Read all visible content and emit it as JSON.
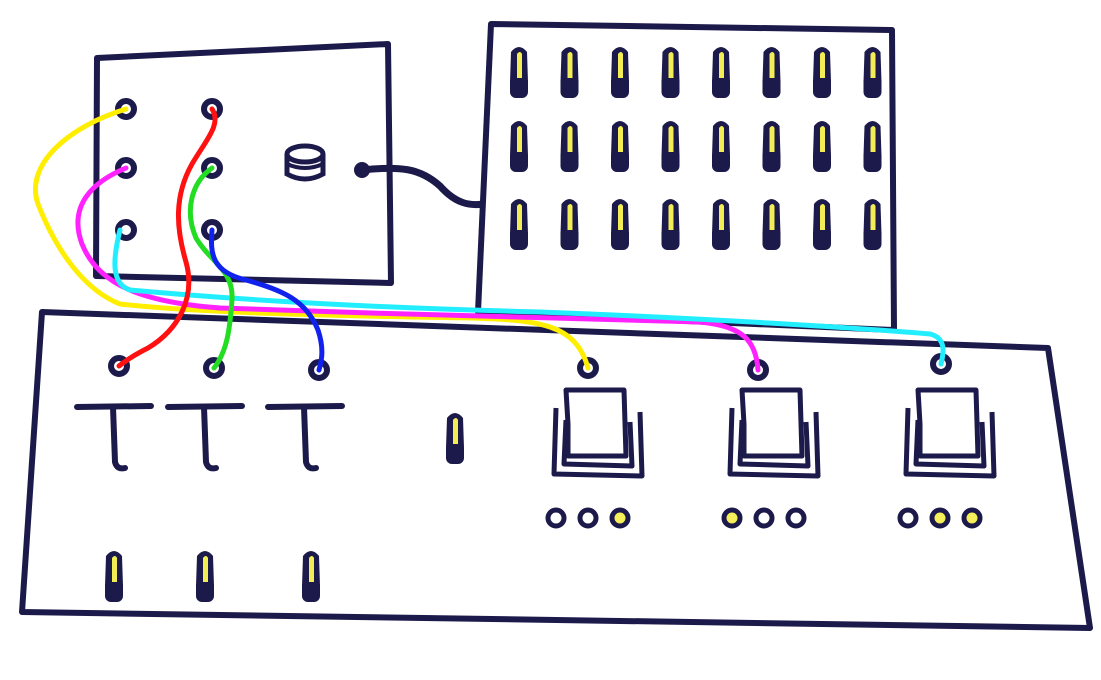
{
  "colors": {
    "ink": "#1c1a4a",
    "background": "#ffffff",
    "toggle_yellow": "#f2ec55",
    "indicator_yellow": "#f7ef5a",
    "wires": {
      "yellow": "#ffee00",
      "magenta": "#ff22ff",
      "red": "#ff1111",
      "green": "#22dd22",
      "cyan": "#22eeff",
      "blue": "#1122ee"
    }
  },
  "icons": {
    "jack": "jack-socket-icon",
    "toggle": "toggle-switch-icon",
    "key": "telegraph-key-icon",
    "lamp": "indicator-lamp-icon",
    "drum": "drum-icon",
    "printer": "printer-icon"
  },
  "patch_panel": {
    "jack_rows": 3,
    "jack_columns": 2
  },
  "switch_bank": {
    "rows": 3,
    "columns": 8
  },
  "console": {
    "jack_count": 3,
    "key_count": 3,
    "lower_toggle_count": 3,
    "middle_toggle_count": 1,
    "printer_count": 3,
    "lamps_per_printer": 3,
    "printers": [
      {
        "lamps": [
          false,
          false,
          true
        ]
      },
      {
        "lamps": [
          true,
          false,
          false
        ]
      },
      {
        "lamps": [
          false,
          true,
          true
        ]
      }
    ]
  },
  "wires": [
    {
      "name": "yellow-wire",
      "color": "yellow"
    },
    {
      "name": "magenta-wire",
      "color": "magenta"
    },
    {
      "name": "cyan-wire",
      "color": "cyan"
    },
    {
      "name": "red-wire",
      "color": "red"
    },
    {
      "name": "green-wire",
      "color": "green"
    },
    {
      "name": "blue-wire",
      "color": "blue"
    }
  ]
}
